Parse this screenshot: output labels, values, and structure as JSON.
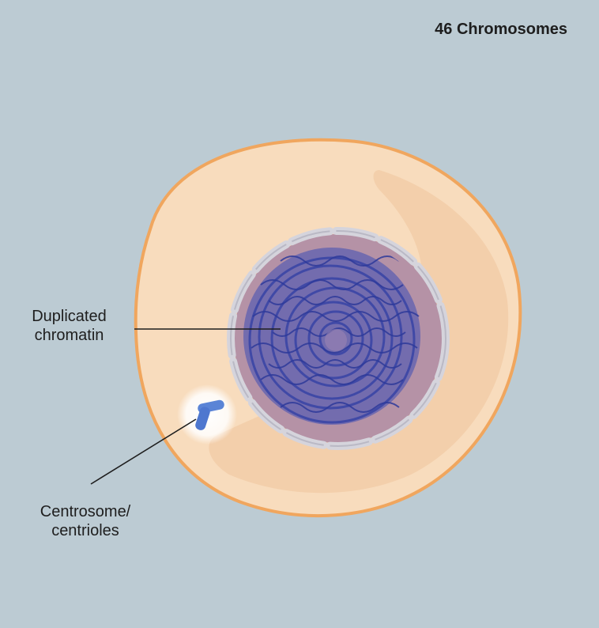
{
  "title": "46 Chromosomes",
  "labels": {
    "chromatin": {
      "line1": "Duplicated",
      "line2": "chromatin"
    },
    "centrosome": {
      "line1": "Centrosome/",
      "line2": "centrioles"
    }
  },
  "colors": {
    "background": "#bccbd3",
    "cytoplasm": "#f8dcbd",
    "membrane": "#f0a65e",
    "nucleus": "#b592a6",
    "envelope": "#d5d4dc",
    "chromatin": "#3d4aa8",
    "centriole": "#5a84d6"
  },
  "icons": [
    "cell-diagram"
  ]
}
